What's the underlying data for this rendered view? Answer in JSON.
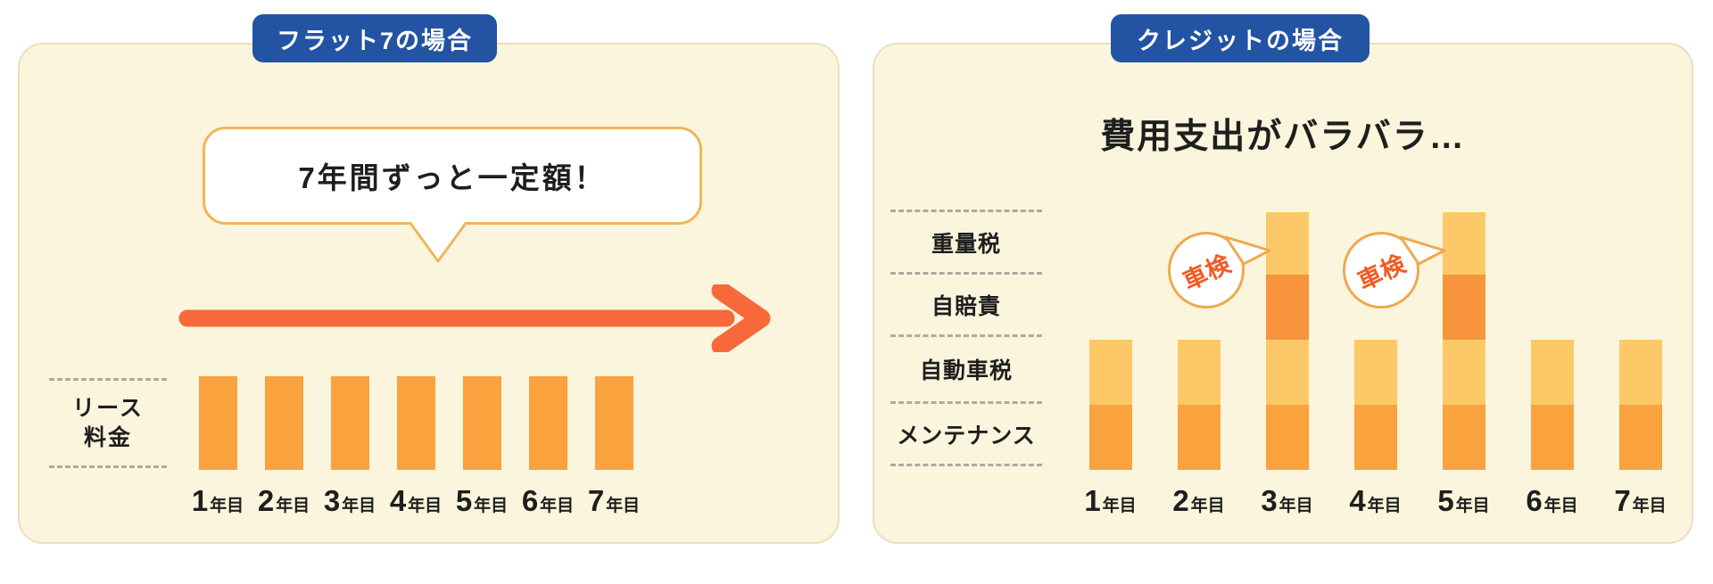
{
  "left_panel": {
    "badge": "フラット7の場合",
    "annotation_bubble": "7年間ずっと一定額！",
    "ylabel_lines": [
      "リース",
      "料金"
    ]
  },
  "right_panel": {
    "badge": "クレジットの場合",
    "heading": "費用支出がバラバラ…"
  },
  "chart_data": [
    {
      "type": "bar",
      "title": "フラット7の場合",
      "annotation": "7年間ずっと一定額！",
      "ylabel": "リース料金",
      "categories": [
        "1年目",
        "2年目",
        "3年目",
        "4年目",
        "5年目",
        "6年目",
        "7年目"
      ],
      "values": [
        1,
        1,
        1,
        1,
        1,
        1,
        1
      ],
      "unit": "relative (no numeric axis shown)",
      "note": "constant-arrow above equal bars"
    },
    {
      "type": "bar-stacked",
      "title": "クレジットの場合",
      "subtitle": "費用支出がバラバラ…",
      "categories": [
        "1年目",
        "2年目",
        "3年目",
        "4年目",
        "5年目",
        "6年目",
        "7年目"
      ],
      "series": [
        {
          "name": "重量税",
          "values": [
            0,
            0,
            1,
            0,
            1,
            0,
            0
          ]
        },
        {
          "name": "自賠責",
          "values": [
            0,
            0,
            1,
            0,
            1,
            0,
            0
          ]
        },
        {
          "name": "自動車税",
          "values": [
            1,
            1,
            1,
            1,
            1,
            1,
            1
          ]
        },
        {
          "name": "メンテナンス",
          "values": [
            1,
            1,
            1,
            1,
            1,
            1,
            1
          ]
        }
      ],
      "annotations": [
        {
          "text": "車検",
          "target": "3年目"
        },
        {
          "text": "車検",
          "target": "5年目"
        }
      ],
      "unit": "relative (no numeric axis shown)"
    }
  ],
  "colors": {
    "badge_blue": "#2353A3",
    "panel_bg": "#FAF5DC",
    "panel_border": "#E9E0BC",
    "bar_dark": "#F9A23E",
    "bar_light": "#FDC968",
    "bar_mid": "#F8943B",
    "arrow_orange": "#F7693A",
    "bubble_border": "#F0B55C",
    "inspect_border": "#F0A850",
    "inspect_text": "#F15A24",
    "dash_gray": "#ABABA3",
    "text_ink": "#1E1E1E"
  }
}
